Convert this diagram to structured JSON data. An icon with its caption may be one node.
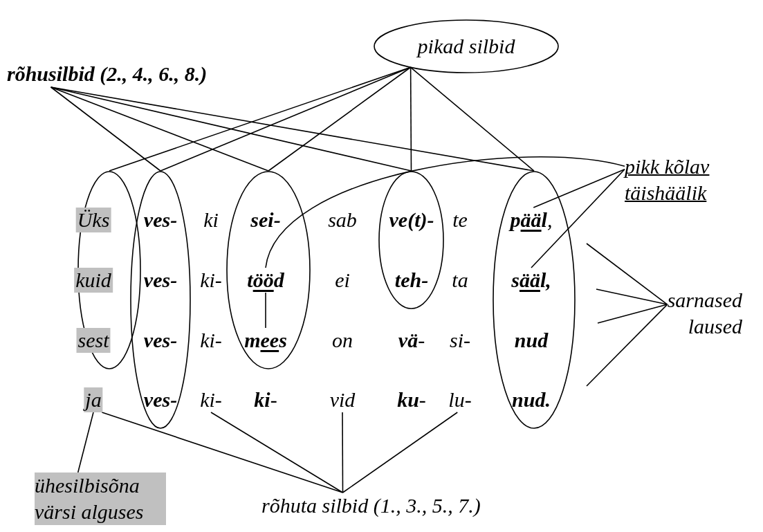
{
  "diagram": {
    "nodes": [
      {
        "text": [
          "pikad silbid"
        ]
      },
      {
        "text": [
          "rõhusilbid (2., 4., 6., 8.)"
        ]
      },
      {
        "text": [
          "pikk kõlav täishäälik"
        ]
      },
      {
        "text": [
          "sarnased laused"
        ]
      },
      {
        "text": [],
        "shape": "ellipse"
      },
      {
        "text": [],
        "shape": "ellipse"
      },
      {
        "text": [],
        "shape": "ellipse"
      },
      {
        "text": [],
        "shape": "ellipse"
      },
      {
        "text": [],
        "shape": "ellipse"
      },
      {
        "text": [
          "Üks"
        ],
        "in": 4
      },
      {
        "text": [
          "ves-"
        ],
        "in": 5
      },
      {
        "text": [
          "ki"
        ]
      },
      {
        "text": [
          "sei-"
        ],
        "in": 6
      },
      {
        "text": [
          "sab"
        ]
      },
      {
        "text": [
          "ve(t)-"
        ],
        "in": 7
      },
      {
        "text": [
          "te"
        ]
      },
      {
        "text": [
          "**pääl**,"
        ],
        "in": 8
      },
      {
        "text": [
          "kuid"
        ],
        "in": 4
      },
      {
        "text": [
          "ves-"
        ],
        "in": 5
      },
      {
        "text": [
          "ki-"
        ]
      },
      {
        "text": [
          "tööd"
        ],
        "in": 6
      },
      {
        "text": [
          "ei"
        ]
      },
      {
        "text": [
          "teh-"
        ],
        "in": 7
      },
      {
        "text": [
          "ta"
        ]
      },
      {
        "text": [
          "sääl,"
        ],
        "in": 8
      },
      {
        "text": [
          "sest"
        ],
        "in": 4
      },
      {
        "text": [
          "ves-"
        ],
        "in": 5
      },
      {
        "text": [
          "ki-"
        ]
      },
      {
        "text": [
          "mees"
        ],
        "in": 6
      },
      {
        "text": [
          "on"
        ]
      },
      {
        "text": [
          "**vä**-"
        ]
      },
      {
        "text": [
          "si-"
        ]
      },
      {
        "text": [
          "nud"
        ],
        "in": 8
      },
      {
        "text": [
          "ja"
        ]
      },
      {
        "text": [
          "ves-"
        ],
        "in": 5
      },
      {
        "text": [
          "ki-"
        ]
      },
      {
        "text": [
          "**ki**-"
        ]
      },
      {
        "text": [
          "vid"
        ]
      },
      {
        "text": [
          "**ku**-"
        ]
      },
      {
        "text": [
          "lu-"
        ]
      },
      {
        "text": [
          "nud."
        ],
        "in": 8
      },
      {
        "text": [
          "ühesilbisõna värsi alguses"
        ]
      },
      {
        "text": [
          "rõhuta silbid (1., 3., 5., 7.)"
        ]
      }
    ],
    "edges": [
      {
        "from": 0,
        "to": 4,
        "arrow": "none"
      },
      {
        "from": 0,
        "to": 5,
        "arrow": "none"
      },
      {
        "from": 0,
        "to": 6,
        "arrow": "none"
      },
      {
        "from": 0,
        "to": 7,
        "arrow": "none"
      },
      {
        "from": 0,
        "to": 8,
        "arrow": "none"
      },
      {
        "from": 1,
        "to": 5,
        "arrow": "none"
      },
      {
        "from": 1,
        "to": 6,
        "arrow": "none"
      },
      {
        "from": 1,
        "to": 7,
        "arrow": "none"
      },
      {
        "from": 1,
        "to": 8,
        "arrow": "none"
      },
      {
        "from": 2,
        "to": 20,
        "arrow": "none"
      },
      {
        "from": 2,
        "to": 16,
        "arrow": "none"
      },
      {
        "from": 2,
        "to": 24,
        "arrow": "none"
      },
      {
        "from": 20,
        "to": 28,
        "arrow": "none"
      },
      {
        "from": 3,
        "to": null,
        "arrow": "none"
      },
      {
        "from": 3,
        "to": null,
        "arrow": "none"
      },
      {
        "from": 3,
        "to": null,
        "arrow": "none"
      },
      {
        "from": 3,
        "to": null,
        "arrow": "none"
      },
      {
        "from": 41,
        "to": 33,
        "arrow": "none"
      },
      {
        "from": 42,
        "to": 33,
        "arrow": "none"
      },
      {
        "from": 42,
        "to": 35,
        "arrow": "none"
      },
      {
        "from": 42,
        "to": 37,
        "arrow": "none"
      },
      {
        "from": 42,
        "to": 39,
        "arrow": "none"
      }
    ]
  }
}
